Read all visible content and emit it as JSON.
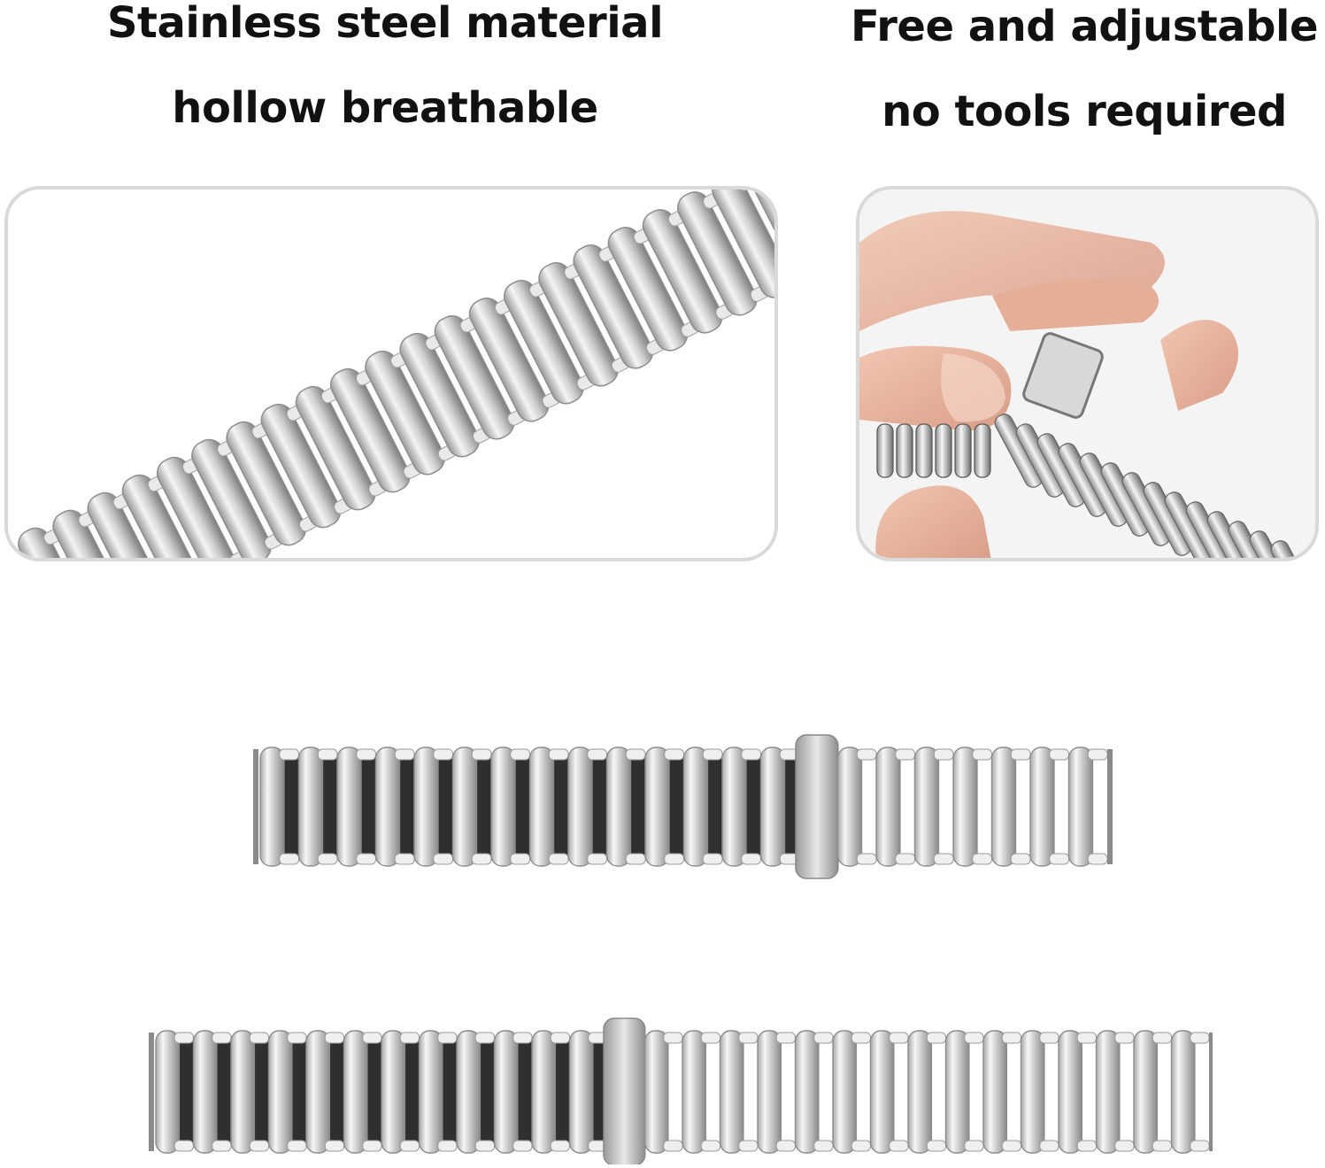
{
  "captions": {
    "left": {
      "line1": "Stainless steel material",
      "line2": "hollow breathable"
    },
    "right": {
      "line1": "Free and adjustable",
      "line2": "no tools required"
    }
  },
  "images": {
    "left_panel": "closeup-steel-links",
    "right_panel": "hand-adjusting-strap",
    "strap_top": "watch-strap-short",
    "strap_bottom": "watch-strap-long"
  },
  "colors": {
    "steel_light": "#f2f2f2",
    "steel_mid": "#bdbdbd",
    "steel_dark": "#4a4a4a",
    "skin": "#e8b9a3",
    "panel_border": "#d9d9d9"
  }
}
